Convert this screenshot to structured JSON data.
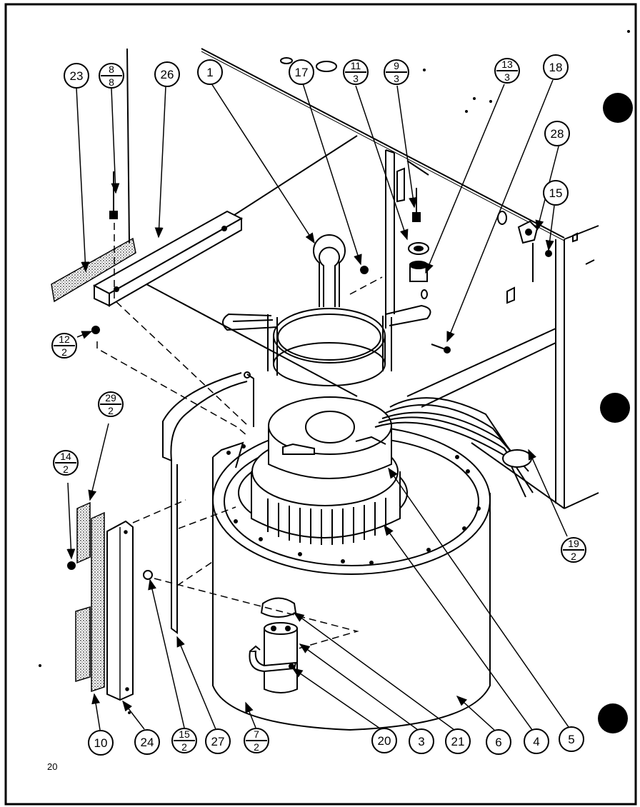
{
  "page_number": "20",
  "callouts": {
    "c23": "23",
    "c8": {
      "top": "8",
      "bottom": "8"
    },
    "c26": "26",
    "c1": "1",
    "c17": "17",
    "c11": {
      "top": "11",
      "bottom": "3"
    },
    "c9": {
      "top": "9",
      "bottom": "3"
    },
    "c13": {
      "top": "13",
      "bottom": "3"
    },
    "c18": "18",
    "c28": "28",
    "c15": "15",
    "c12": {
      "top": "12",
      "bottom": "2"
    },
    "c29": {
      "top": "29",
      "bottom": "2"
    },
    "c14": {
      "top": "14",
      "bottom": "2"
    },
    "c19": {
      "top": "19",
      "bottom": "2"
    },
    "c10": "10",
    "c24": "24",
    "c15b": {
      "top": "15",
      "bottom": "2"
    },
    "c27": "27",
    "c7": {
      "top": "7",
      "bottom": "2"
    },
    "c20": "20",
    "c3": "3",
    "c21": "21",
    "c6": "6",
    "c4": "4",
    "c5": "5"
  },
  "binder_holes": 3,
  "colors": {
    "ink": "#000000",
    "paper": "#ffffff",
    "stipple": "#555555"
  }
}
